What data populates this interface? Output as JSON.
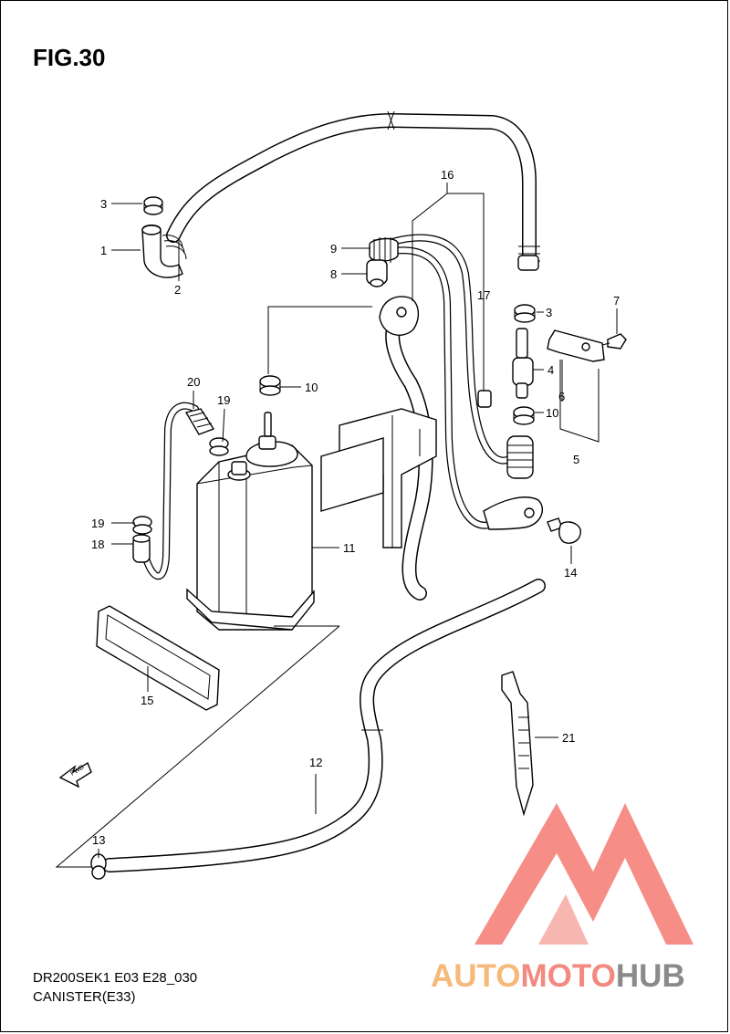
{
  "figure": {
    "title": "FIG.30",
    "model_code": "DR200SEK1 E03 E28_030",
    "section_name": "CANISTER(E33)"
  },
  "callouts": [
    "1",
    "2",
    "3",
    "4",
    "5",
    "6",
    "7",
    "8",
    "9",
    "10",
    "11",
    "12",
    "13",
    "14",
    "15",
    "16",
    "17",
    "18",
    "19",
    "20",
    "21"
  ],
  "direction_label": "FWD",
  "watermark": {
    "part1": "AUTO",
    "part2": "MOTO",
    "part3": "HUB",
    "colors": {
      "auto": "#f5b97a",
      "moto": "#f28a82",
      "hub": "#8a8a8a",
      "logo": "#f47a72"
    }
  }
}
